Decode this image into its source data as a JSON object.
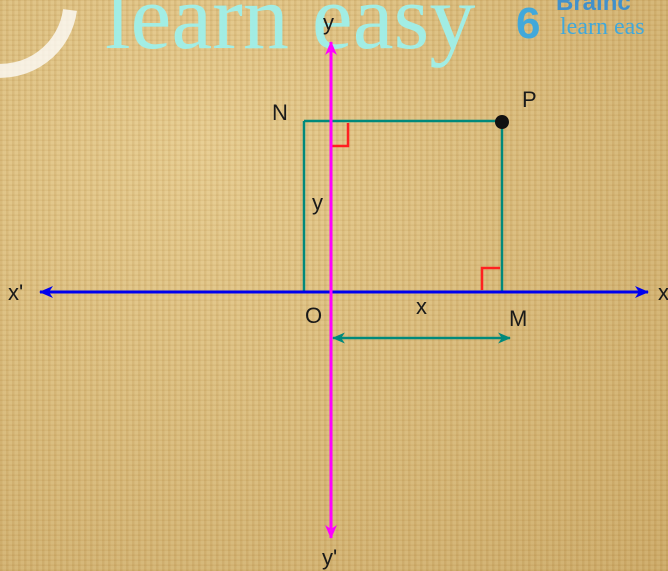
{
  "watermark": {
    "main_text": "learn easy",
    "brand_text": "Brainc",
    "brand_sub": "learn eas",
    "color": "#9ff0ea"
  },
  "labels": {
    "y_top": "y",
    "y_bottom": "y'",
    "x_left": "x'",
    "x_right": "x",
    "origin": "O",
    "point_n": "N",
    "point_p": "P",
    "point_m": "M",
    "y_distance": "y",
    "x_distance": "x"
  },
  "colors": {
    "x_axis": "#0000ee",
    "y_axis": "#ff00ff",
    "rectangle": "#00897b",
    "right_angle": "#ff2020",
    "point": "#111111",
    "measure_arrow": "#00897b"
  }
}
